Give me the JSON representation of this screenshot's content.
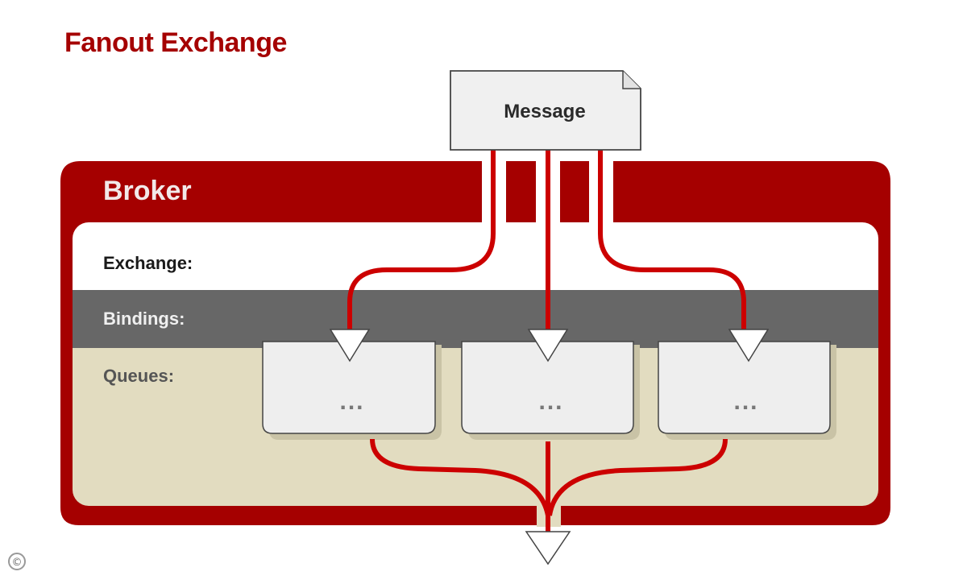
{
  "title": "Fanout Exchange",
  "message": {
    "label": "Message"
  },
  "broker": {
    "label": "Broker",
    "rows": {
      "exchange": "Exchange:",
      "bindings": "Bindings:",
      "queues": "Queues:"
    }
  },
  "queues": [
    {
      "label": "..."
    },
    {
      "label": "..."
    },
    {
      "label": "..."
    }
  ],
  "icons": {
    "copyright": "©"
  },
  "colors": {
    "brand_red": "#a50000",
    "arrow_red": "#cc0000",
    "bindings_gray": "#676767",
    "queues_beige": "#e2dcc0",
    "box_fill": "#eeeeee",
    "white": "#ffffff"
  }
}
